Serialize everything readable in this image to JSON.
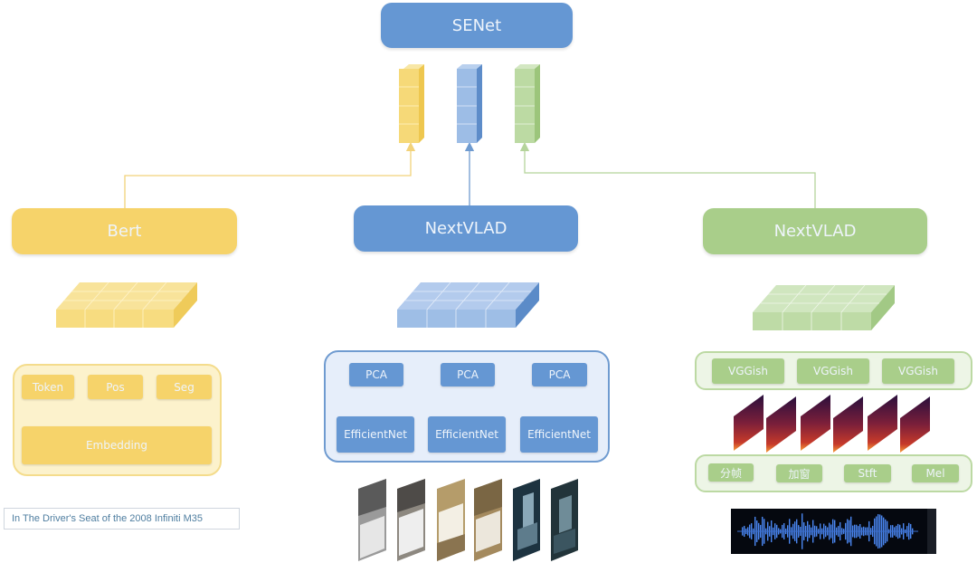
{
  "top": {
    "label": "SENet",
    "color": "#6597d3"
  },
  "colors": {
    "yellow": "#f6d36a",
    "blue": "#6597d3",
    "green": "#a9ce8a"
  },
  "branches": {
    "text": {
      "model_label": "Bert",
      "inputs": [
        "Token",
        "Pos",
        "Seg"
      ],
      "embedding_label": "Embedding",
      "caption": "In The Driver's Seat of the 2008 Infiniti M35"
    },
    "video": {
      "model_label": "NextVLAD",
      "pca_labels": [
        "PCA",
        "PCA",
        "PCA"
      ],
      "backbone_labels": [
        "EfficientNet",
        "EfficientNet",
        "EfficientNet"
      ],
      "frame_count": 6
    },
    "audio": {
      "model_label": "NextVLAD",
      "vggish_labels": [
        "VGGish",
        "VGGish",
        "VGGish"
      ],
      "spectrogram_count": 6,
      "preprocess_labels": [
        "分帧",
        "加窗",
        "Stft",
        "Mel"
      ]
    }
  }
}
